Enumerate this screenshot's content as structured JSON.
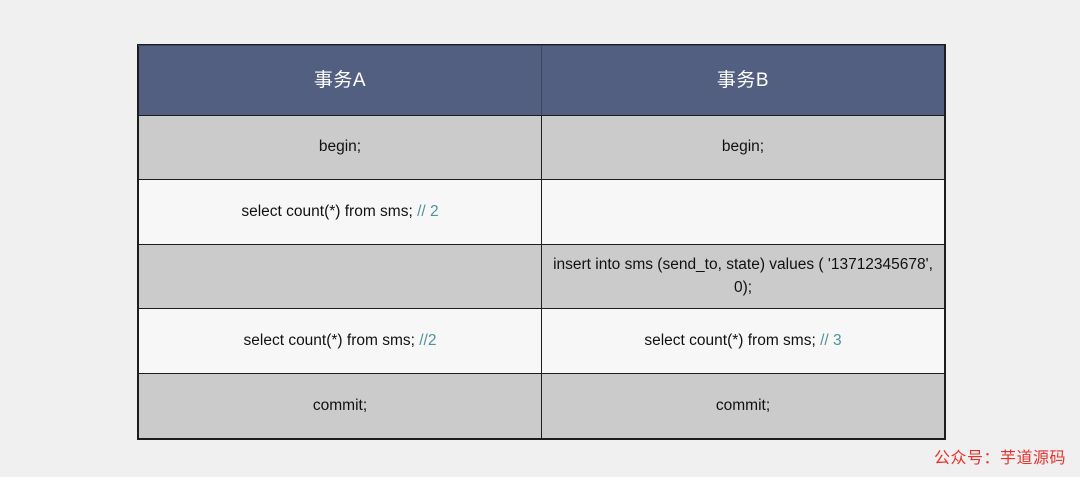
{
  "page": {
    "background_color": "#f0f0f0",
    "watermark": "公众号：芋道源码",
    "watermark_color": "#e8312a"
  },
  "table": {
    "header_bg": "#525f81",
    "header_text_color": "#ffffff",
    "shade_row_bg": "#cbcbcb",
    "plain_row_bg": "#f7f7f7",
    "comment_color": "#4f9299",
    "border_color": "#1d1d1d",
    "columns": [
      {
        "label": "事务A"
      },
      {
        "label": "事务B"
      }
    ],
    "rows": [
      {
        "name": "begin",
        "shaded": true,
        "cells": [
          {
            "text": "begin;",
            "comment": ""
          },
          {
            "text": "begin;",
            "comment": ""
          }
        ]
      },
      {
        "name": "select-first",
        "shaded": false,
        "cells": [
          {
            "text": "select count(*) from sms; ",
            "comment": "// 2"
          },
          {
            "text": "",
            "comment": ""
          }
        ]
      },
      {
        "name": "insert",
        "shaded": true,
        "cells": [
          {
            "text": "",
            "comment": ""
          },
          {
            "text": "insert into sms (send_to, state) values ( '13712345678', 0);",
            "comment": ""
          }
        ]
      },
      {
        "name": "select-second",
        "shaded": false,
        "cells": [
          {
            "text": "select count(*) from sms; ",
            "comment": "//2"
          },
          {
            "text": "select count(*) from sms; ",
            "comment": "// 3"
          }
        ]
      },
      {
        "name": "commit",
        "shaded": true,
        "cells": [
          {
            "text": "commit;",
            "comment": ""
          },
          {
            "text": "commit;",
            "comment": ""
          }
        ]
      }
    ]
  }
}
